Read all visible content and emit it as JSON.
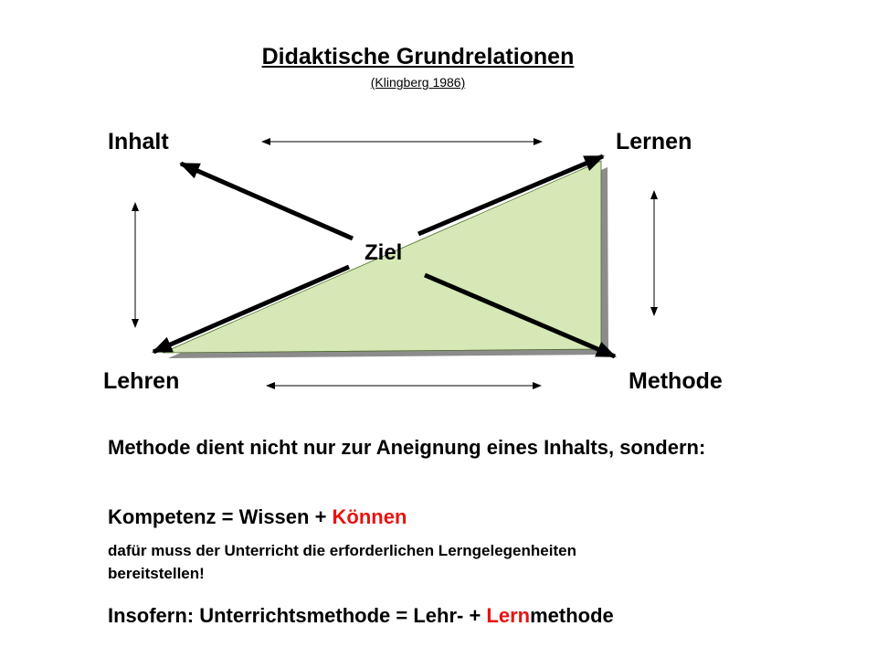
{
  "header": {
    "title": "Didaktische Grundrelationen",
    "subtitle": "(Klingberg 1986)"
  },
  "diagram": {
    "nodes": {
      "inhalt": "Inhalt",
      "lernen": "Lernen",
      "lehren": "Lehren",
      "methode": "Methode",
      "center": "Ziel"
    },
    "colors": {
      "triangle_fill": "#d5e8b5",
      "triangle_shadow": "#8c8c8c",
      "arrow": "#000000"
    }
  },
  "text": {
    "line1": "Methode dient nicht nur zur Aneignung eines Inhalts, sondern:",
    "formula_prefix": "Kompetenz = Wissen + ",
    "formula_highlight": "Können",
    "note": "dafür muss der Unterricht die erforderlichen Lerngelegenheiten bereitstellen!",
    "conclusion_prefix": "Insofern: Unterrichtsmethode = Lehr- + ",
    "conclusion_highlight": "Lern",
    "conclusion_suffix": "methode",
    "highlight_color": "#e8130f"
  }
}
